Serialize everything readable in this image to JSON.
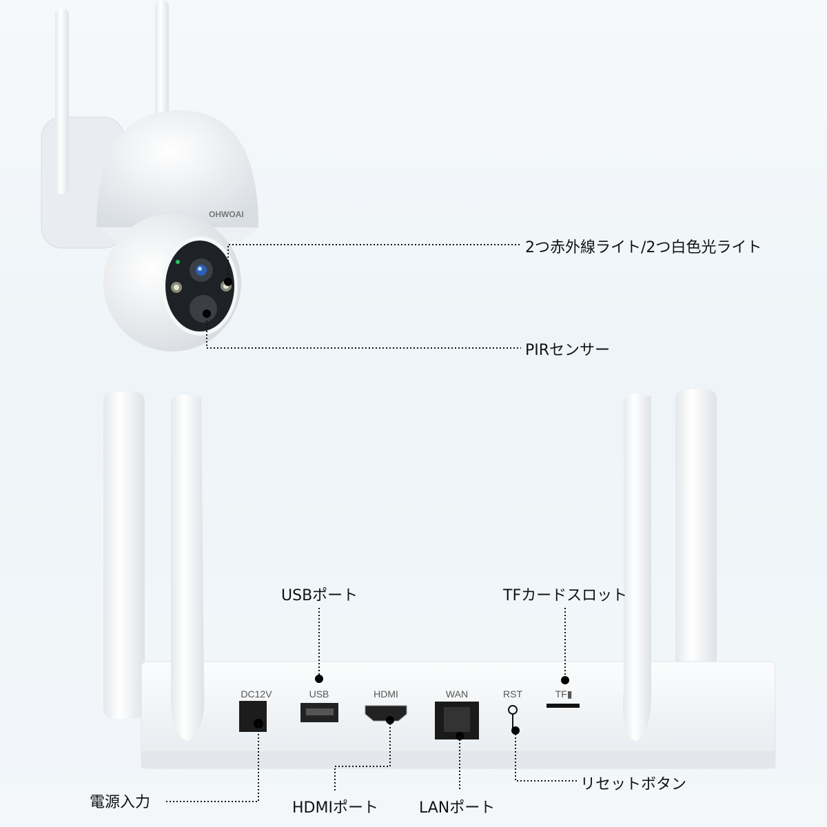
{
  "camera": {
    "brand": "OHWOAI",
    "callouts": {
      "lights": "2つ赤外線ライト/2つ白色光ライト",
      "pir": "PIRセンサー"
    }
  },
  "nvr": {
    "port_labels": [
      "DC12V",
      "USB",
      "HDMI",
      "WAN",
      "RST",
      "TF"
    ],
    "callouts": {
      "usb": "USBポート",
      "tf": "TFカードスロット",
      "power": "電源入力",
      "hdmi": "HDMIポート",
      "lan": "LANポート",
      "reset": "リセットボタン"
    }
  },
  "colors": {
    "background": "#eef4f8",
    "device": "#ffffff",
    "leader_line": "#111111",
    "status_led": "#22c55e"
  }
}
